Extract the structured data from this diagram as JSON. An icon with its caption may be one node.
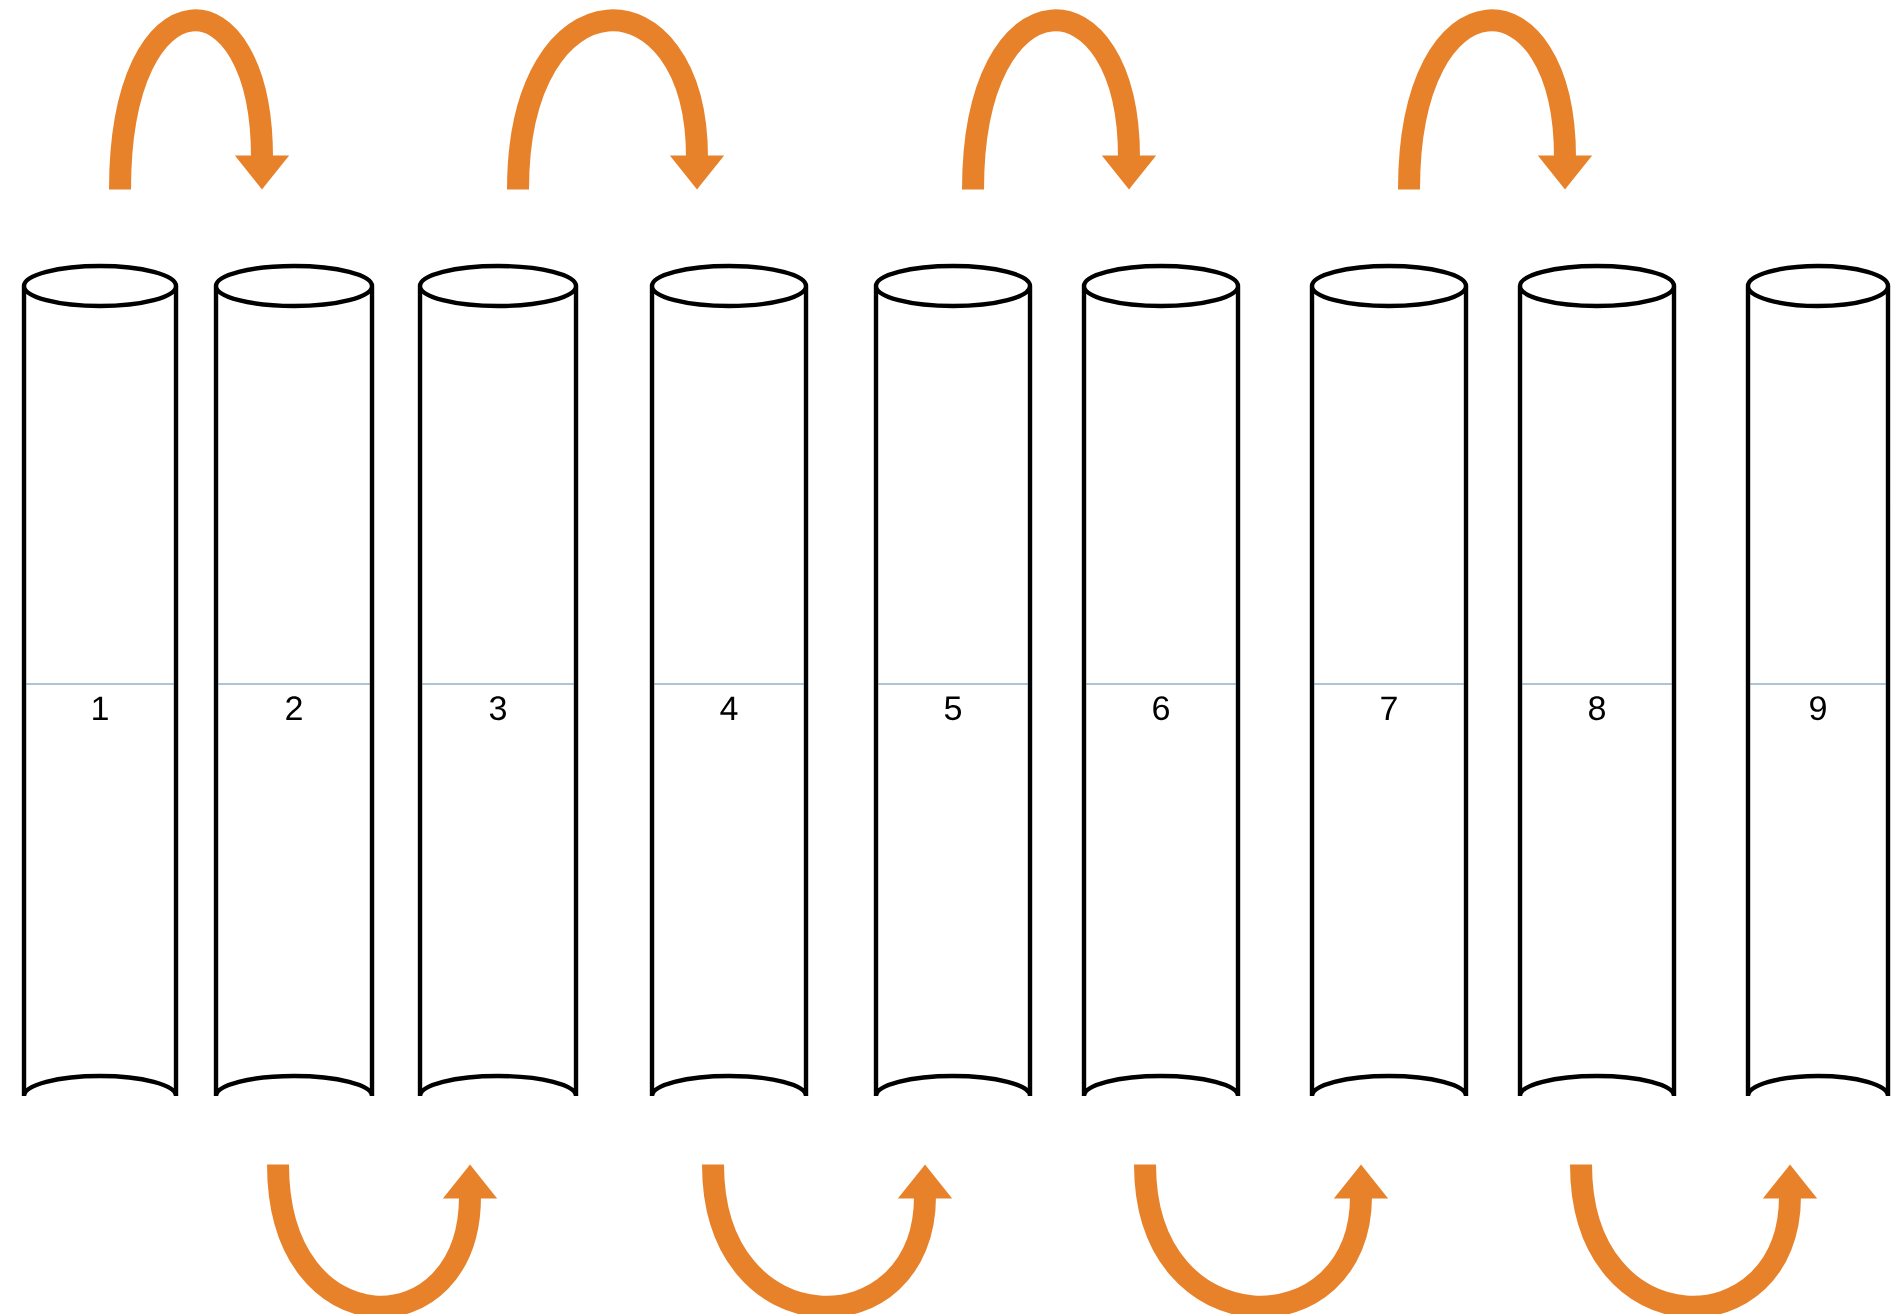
{
  "diagram": {
    "nodes": [
      {
        "text": [
          "1"
        ]
      },
      {
        "text": [
          "2"
        ]
      },
      {
        "text": [
          "3"
        ]
      },
      {
        "text": [
          "4"
        ]
      },
      {
        "text": [
          "5"
        ]
      },
      {
        "text": [
          "6"
        ]
      },
      {
        "text": [
          "7"
        ]
      },
      {
        "text": [
          "8"
        ]
      },
      {
        "text": [
          "9"
        ]
      }
    ],
    "edges": [
      {
        "from": 0,
        "to": 1,
        "arrow": "to"
      },
      {
        "from": 1,
        "to": 2,
        "arrow": "to"
      },
      {
        "from": 2,
        "to": 3,
        "arrow": "to"
      },
      {
        "from": 3,
        "to": 4,
        "arrow": "to"
      },
      {
        "from": 4,
        "to": 5,
        "arrow": "to"
      },
      {
        "from": 5,
        "to": 6,
        "arrow": "to"
      },
      {
        "from": 6,
        "to": 7,
        "arrow": "to"
      },
      {
        "from": 7,
        "to": 8,
        "arrow": "to"
      }
    ]
  }
}
